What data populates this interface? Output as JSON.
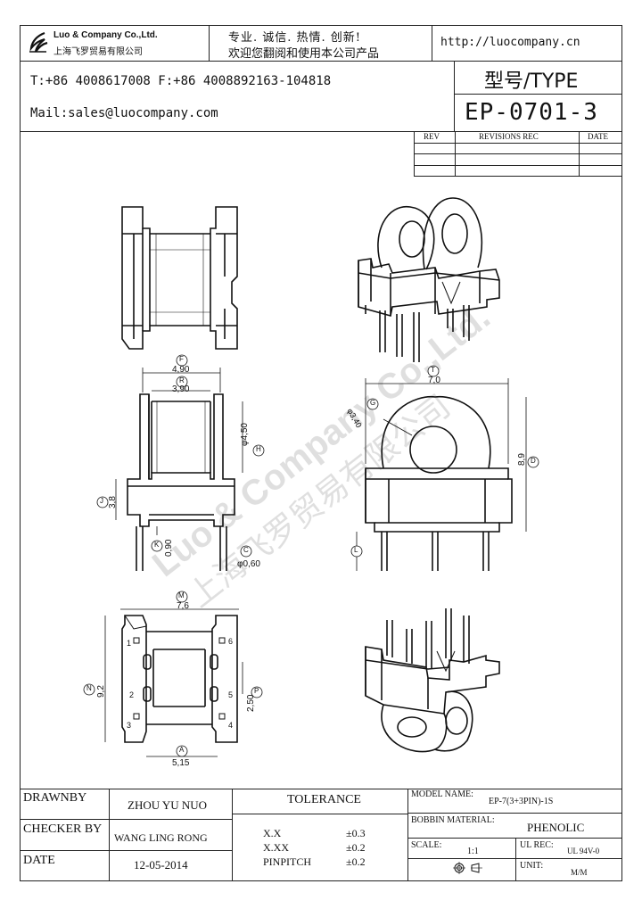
{
  "header": {
    "company_en": "Luo & Company Co.,Ltd.",
    "company_cn": "上海飞罗贸易有限公司",
    "slogan_1": "专业. 诚信. 热情. 创新!",
    "slogan_2": "欢迎您翻阅和使用本公司产品",
    "website": "http://luocompany.cn",
    "phone_fax": "T:+86 4008617008 F:+86 4008892163-104818",
    "email": "Mail:sales@luocompany.com",
    "type_label": "型号/TYPE",
    "part_number": "EP-0701-3"
  },
  "revisions": {
    "col_rev": "REV",
    "col_rec": "REVISIONS REC",
    "col_date": "DATE"
  },
  "drawing": {
    "dim_f": "4,90",
    "dim_r": "3,90",
    "dim_h": "φ4,50",
    "dim_j": "3,8",
    "dim_k": "0,90",
    "dim_c": "φ0,60",
    "dim_t": "7,0",
    "dim_g": "φ3,40",
    "dim_d": "8,9",
    "dim_m": "7,6",
    "dim_n": "9,2",
    "dim_p": "2,50",
    "dim_a": "5,15",
    "pins": [
      "1",
      "6",
      "2",
      "5",
      "3",
      "4"
    ],
    "circle_labels": {
      "f": "F",
      "r": "R",
      "h": "H",
      "j": "J",
      "k": "K",
      "c": "C",
      "t": "T",
      "g": "G",
      "d": "D",
      "l": "L",
      "m": "M",
      "n": "N",
      "p": "P",
      "a": "A"
    }
  },
  "watermark": {
    "en": "Luo & Company Co.,Ltd.",
    "cn": "上海飞罗贸易有限公司"
  },
  "footer": {
    "drawn_by_label": "DRAWNBY",
    "drawn_by": "ZHOU YU NUO",
    "checker_label": "CHECKER BY",
    "checker": "WANG LING RONG",
    "date_label": "DATE",
    "date": "12-05-2014",
    "tolerance_label": "TOLERANCE",
    "tol_rows": [
      {
        "k": "X.X",
        "v": "±0.3"
      },
      {
        "k": "X.XX",
        "v": "±0.2"
      },
      {
        "k": "PINPITCH",
        "v": "±0.2"
      }
    ],
    "model_label": "MODEL NAME:",
    "model": "EP-7(3+3PIN)-1S",
    "bobbin_label": "BOBBIN MATERIAL:",
    "bobbin": "PHENOLIC",
    "scale_label": "SCALE:",
    "scale": "1:1",
    "ul_label": "UL REC:",
    "ul": "UL 94V-0",
    "unit_label": "UNIT:",
    "unit": "M/M"
  }
}
